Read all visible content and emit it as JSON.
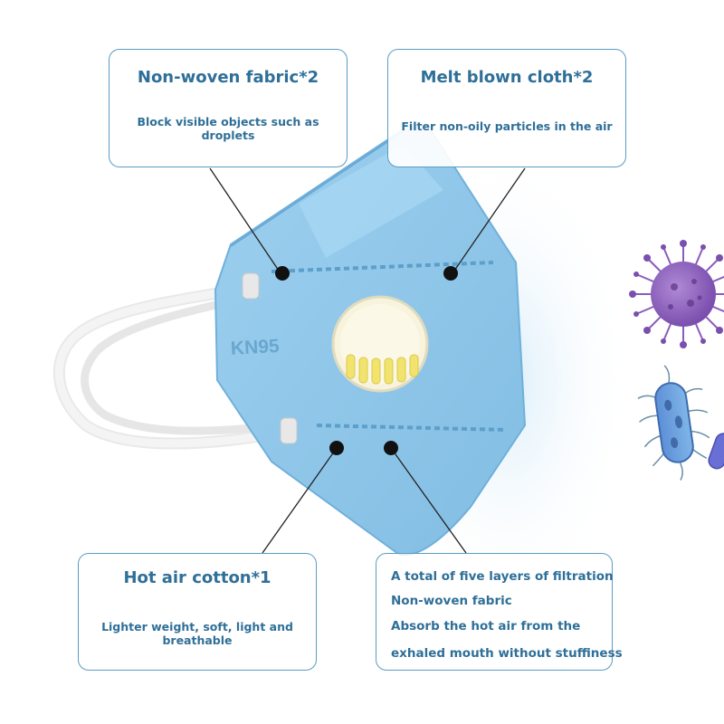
{
  "callouts": {
    "top_left": {
      "title": "Non-woven fabric*2",
      "desc": "Block visible objects such as droplets"
    },
    "top_right": {
      "title": "Melt blown cloth*2",
      "desc": "Filter non-oily particles in the air"
    },
    "bottom_left": {
      "title": "Hot air cotton*1",
      "desc": "Lighter weight, soft, light and breathable"
    },
    "bottom_right": {
      "lines": [
        "A total of five layers of filtration",
        "Non-woven fabric",
        "Absorb the hot air from the",
        "exhaled mouth without stuffiness"
      ]
    }
  },
  "mask": {
    "imprint": "KN95",
    "color": "#8fc8ea",
    "valve_color": "#f7f3dc"
  },
  "colors": {
    "accent": "#2f6f98",
    "border": "#5a9cc4"
  },
  "icons": [
    "virus-icon",
    "bacterium-icon"
  ]
}
